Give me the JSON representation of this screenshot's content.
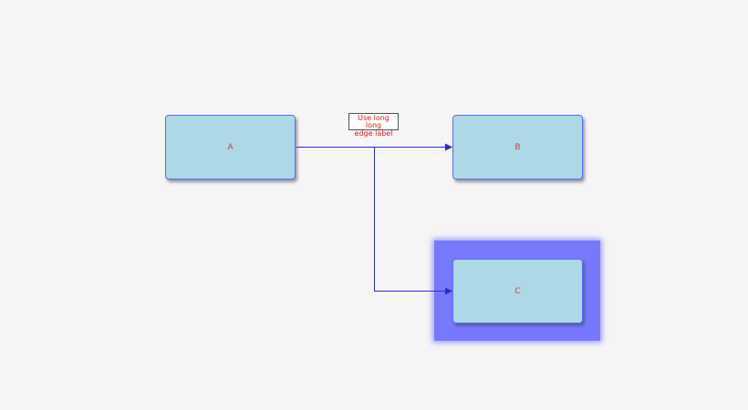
{
  "diagram": {
    "nodes": [
      {
        "id": "A",
        "label": "A"
      },
      {
        "id": "B",
        "label": "B"
      },
      {
        "id": "C",
        "label": "C",
        "highlighted": true
      }
    ],
    "edges": [
      {
        "from": "A",
        "to": "B",
        "label_lines": [
          "Use long long",
          "edge label"
        ]
      },
      {
        "from": "A",
        "to": "C"
      }
    ]
  },
  "colors": {
    "background": "#f5f5f5",
    "node_fill": "#add8e6",
    "node_border": "#5b6ff0",
    "node_label": "#e03a2e",
    "edge": "#2b2bd6",
    "highlight": "#7878ff",
    "edge_label_text": "#e02020"
  }
}
